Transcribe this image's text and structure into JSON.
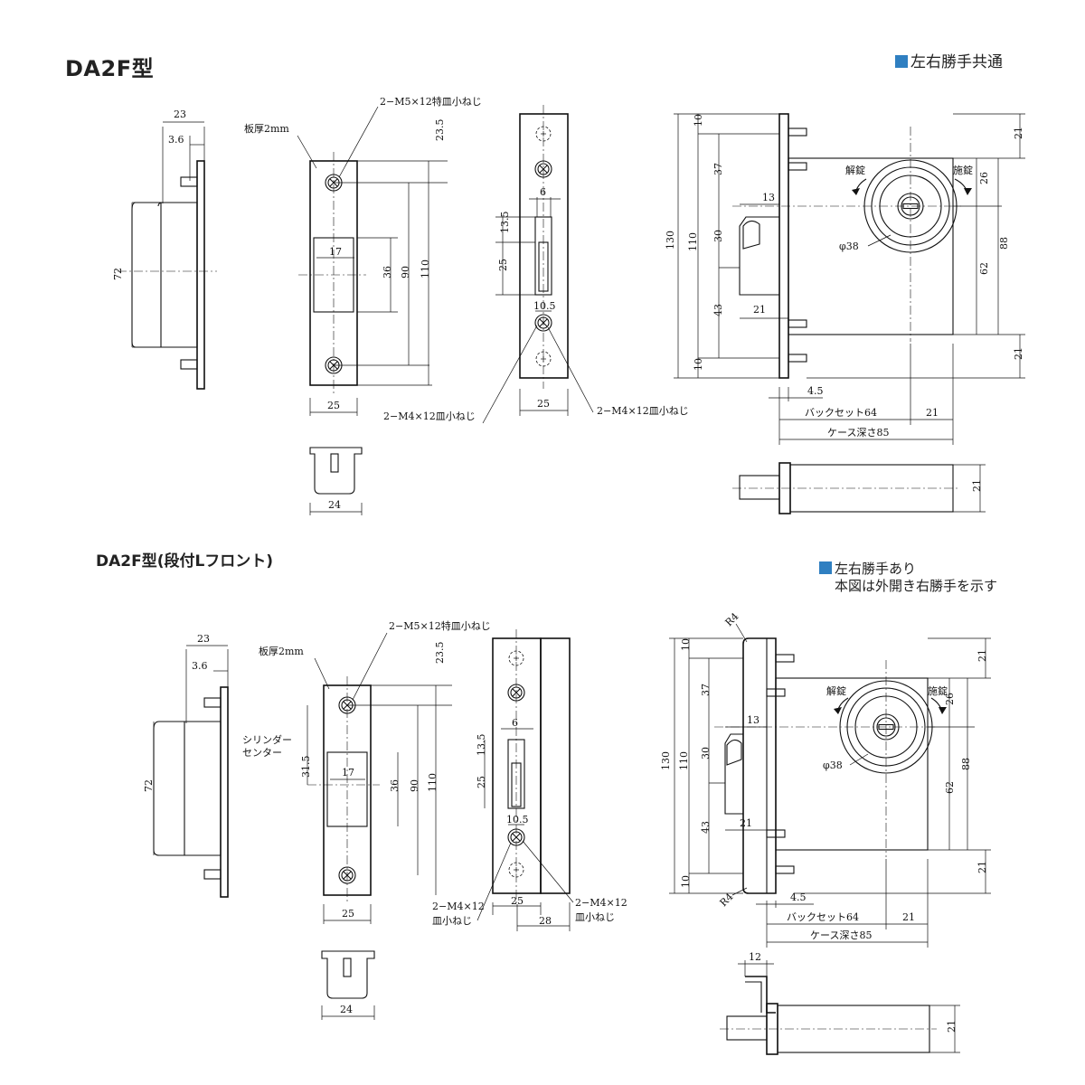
{
  "colors": {
    "accent": "#2f7fc1",
    "line": "#111111"
  },
  "icons": {
    "note_marker": "blue-square-icon",
    "screw": "cross-screw-icon",
    "rotation": "curved-arrow-icon"
  },
  "top_section": {
    "title": "DA2F型",
    "note": "左右勝手共通",
    "labels": {
      "plate_thickness": "板厚2mm",
      "screw_m5": "2−M5×12特皿小ねじ",
      "screw_m4": "2−M4×12皿小ねじ",
      "unlock": "解錠",
      "lock": "施錠",
      "phi38": "φ38",
      "backset": "バックセット64",
      "case_depth": "ケース深さ85"
    },
    "dims": {
      "d23": "23",
      "d3_6": "3.6",
      "d72": "72",
      "d23_5": "23.5",
      "d17": "17",
      "d36": "36",
      "d90": "90",
      "d110": "110",
      "d25": "25",
      "d24": "24",
      "d6": "6",
      "d13_5": "13.5",
      "d10_5": "10.5",
      "d25b": "25",
      "d10": "10",
      "d37": "37",
      "d130": "130",
      "d110b": "110",
      "d30": "30",
      "d43": "43",
      "d10b": "10",
      "d13": "13",
      "d21": "21",
      "d26": "26",
      "d88": "88",
      "d62": "62",
      "d4_5": "4.5",
      "d21b": "21",
      "d21c": "21"
    }
  },
  "bottom_section": {
    "title": "DA2F型(段付Lフロント)",
    "note_line1": "左右勝手あり",
    "note_line2": "本図は外開き右勝手を示す",
    "labels": {
      "plate_thickness": "板厚2mm",
      "screw_m5": "2−M5×12特皿小ねじ",
      "screw_m4a_1": "2−M4×12",
      "screw_m4a_2": "皿小ねじ",
      "screw_m4b_1": "2−M4×12",
      "screw_m4b_2": "皿小ねじ",
      "cyl_center_1": "シリンダー",
      "cyl_center_2": "センター",
      "unlock": "解錠",
      "lock": "施錠",
      "phi38": "φ38",
      "backset": "バックセット64",
      "case_depth": "ケース深さ85",
      "r4": "R4"
    },
    "dims": {
      "d23": "23",
      "d3_6": "3.6",
      "d72": "72",
      "d23_5": "23.5",
      "d31_5": "31.5",
      "d17": "17",
      "d36": "36",
      "d90": "90",
      "d110": "110",
      "d25": "25",
      "d24": "24",
      "d6": "6",
      "d13_5": "13.5",
      "d25b": "25",
      "d10_5": "10.5",
      "d25c": "25",
      "d28": "28",
      "d10": "10",
      "d37": "37",
      "d130": "130",
      "d110b": "110",
      "d30": "30",
      "d43": "43",
      "d10b": "10",
      "d13": "13",
      "d21": "21",
      "d26": "26",
      "d88": "88",
      "d62": "62",
      "d4_5": "4.5",
      "d21b": "21",
      "d21c": "21",
      "d12": "12"
    }
  }
}
